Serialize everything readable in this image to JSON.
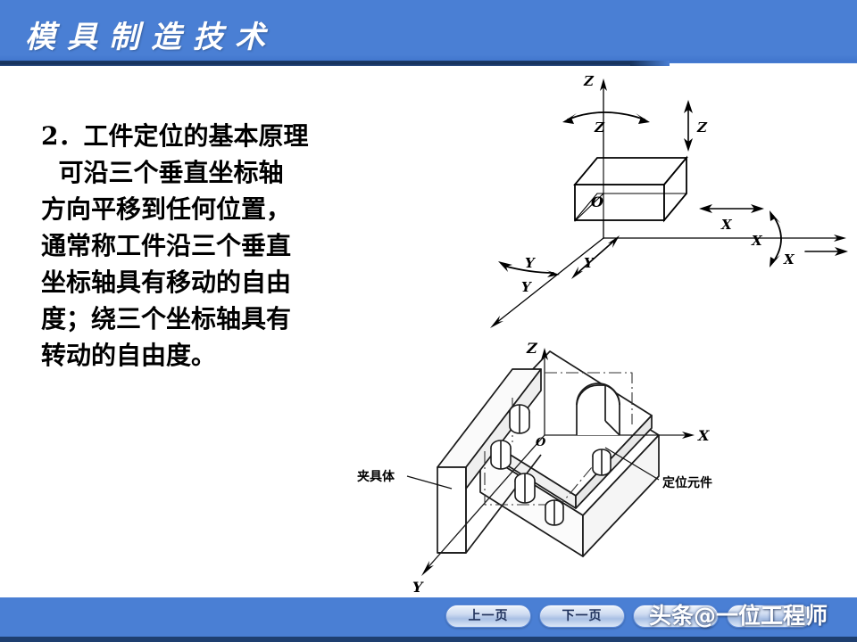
{
  "header": {
    "title": "模具制造技术",
    "band_color": "#4a7fd4",
    "underline_color": "#16315a"
  },
  "body": {
    "paragraph": "2．工件定位的基本原理\n  可沿三个垂直坐标轴\n方向平移到任何位置，\n通常称工件沿三个垂直\n坐标轴具有移动的自由\n度；绕三个坐标轴具有\n转动的自由度。"
  },
  "figures": {
    "dof": {
      "name": "six-degrees-of-freedom-diagram",
      "origin_label": "O",
      "axis_labels": {
        "z": "Z",
        "x": "X",
        "y": "Y"
      },
      "translation_labels": {
        "z": "Z",
        "x": "X",
        "y": "Y"
      },
      "rotation_labels": {
        "z": "Z",
        "x": "X",
        "y": "Y"
      }
    },
    "fixture": {
      "name": "fixture-locating-diagram",
      "origin_label": "O",
      "axis_labels": {
        "z": "Z",
        "x": "X",
        "y": "Y"
      },
      "callouts": {
        "fixture_body": "夹具体",
        "locating_element": "定位元件"
      }
    }
  },
  "footer": {
    "prev_label": "上一页",
    "next_label": "下一页",
    "extra_a_label": "",
    "extra_b_label": "",
    "watermark": "头条@一位工程师",
    "band_color": "#4a7fd4"
  }
}
